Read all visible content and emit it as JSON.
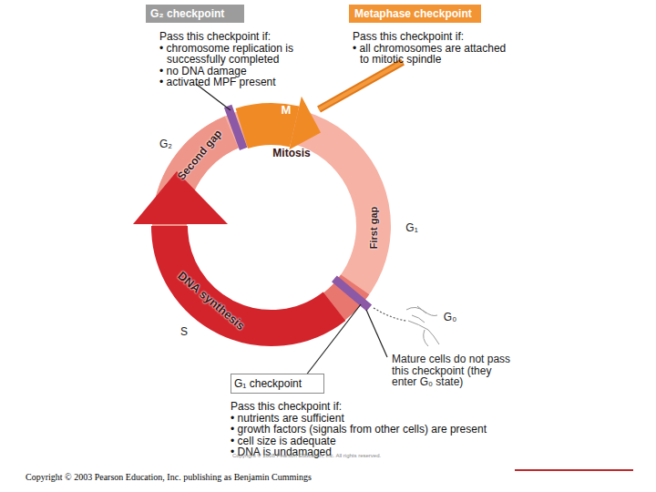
{
  "diagram": {
    "nodes": [
      {
        "text": [
          "G₂ checkpoint",
          "Pass this checkpoint if:",
          "• chromosome replication is successfully completed",
          "• no DNA damage",
          "• activated MPF present"
        ]
      },
      {
        "text": [
          "Metaphase checkpoint",
          "Pass this checkpoint if:",
          "• all chromosomes are attached to mitotic spindle"
        ]
      },
      {
        "text": [
          "M"
        ]
      },
      {
        "text": [
          "G₁ checkpoint",
          "Pass this checkpoint if:",
          "• nutrients are sufficient",
          "• growth factors (signals from other cells) are present",
          "• cell size is adequate",
          "• DNA is undamaged"
        ]
      }
    ],
    "labels": [
      "Mitosis",
      "G₂",
      "Second gap",
      "First gap",
      "G₁",
      "DNA synthesis",
      "S",
      "G₀",
      "Mature cells do not pass this checkpoint (they enter G₀ state)",
      "Copyright © 2008 Pearson Education, Inc. All rights reserved.",
      "Copyright © 2003 Pearson Education, Inc. publishing as Benjamin Cummings"
    ]
  }
}
